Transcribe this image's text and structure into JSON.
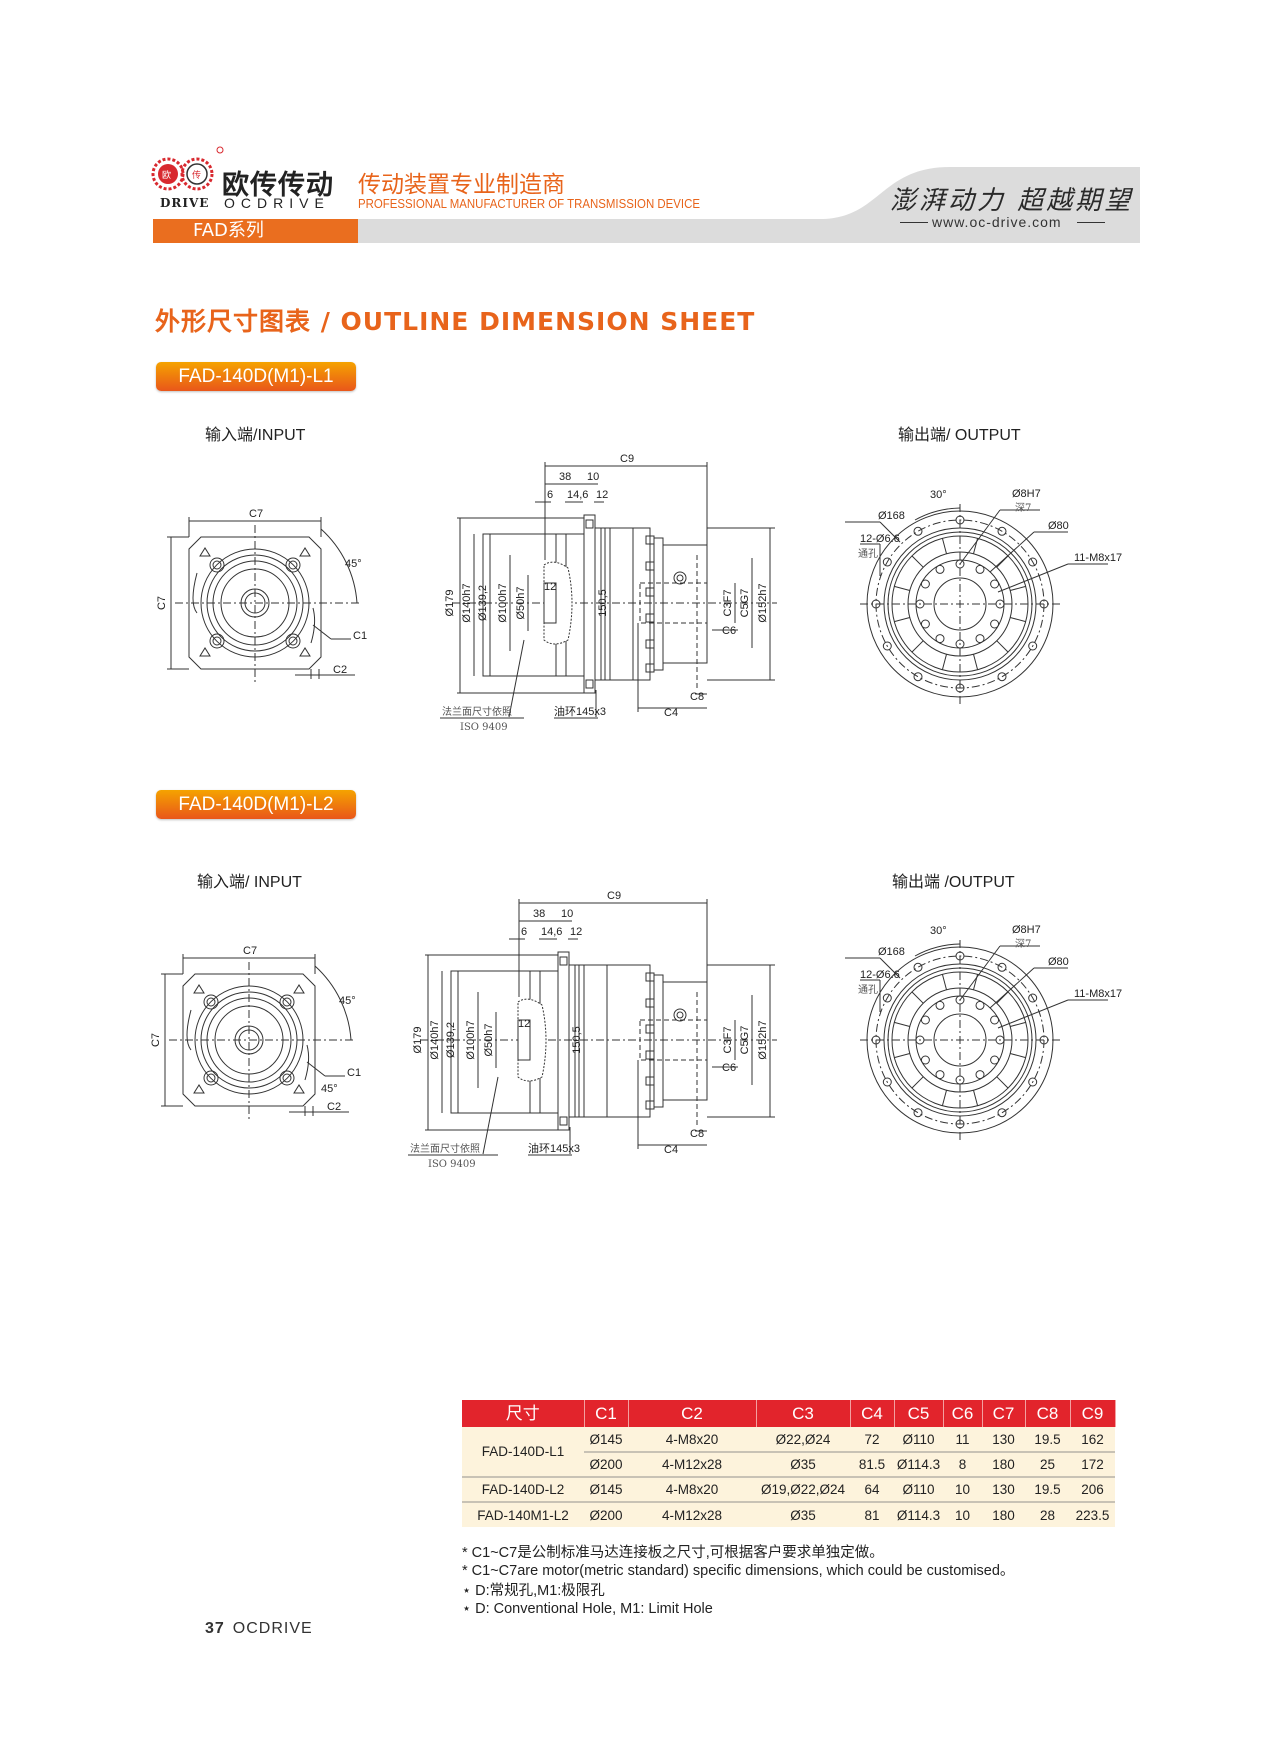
{
  "header": {
    "logo_cn": "欧传传动",
    "logo_badge_left": "欧",
    "logo_badge_right": "传",
    "logo_en_left": "DRIVE",
    "logo_en_right": "OCDRIVE",
    "tagline_cn": "传动装置专业制造商",
    "tagline_en": "PROFESSIONAL MANUFACTURER OF TRANSMISSION DEVICE",
    "slogan": "澎湃动力 超越期望",
    "website": "www.oc-drive.com",
    "series": "FAD系列"
  },
  "colors": {
    "accent": "#e8641b",
    "table_header": "#e2242c",
    "table_body": "#fdf3dc",
    "band_gray": "#dcdcdc"
  },
  "title": "外形尺寸图表 / OUTLINE DIMENSION SHEET",
  "sections": [
    {
      "model": "FAD-140D(M1)-L1",
      "input_label": "输入端/INPUT",
      "output_label": "输出端/ OUTPUT"
    },
    {
      "model": "FAD-140D(M1)-L2",
      "input_label": "输入端/ INPUT",
      "output_label": "输出端 /OUTPUT"
    }
  ],
  "drawing_labels": {
    "c1": "C1",
    "c2": "C2",
    "c3": "C3F7",
    "c4": "C4",
    "c5": "C5G7",
    "c6": "C6",
    "c7": "C7",
    "c8": "C8",
    "c9": "C9",
    "angle45": "45°",
    "angle30": "30°",
    "d38": "38",
    "d10": "10",
    "d6": "6",
    "d146": "14,6",
    "d12": "12",
    "d179": "Ø179",
    "d140": "Ø140h7",
    "d1392": "Ø139,2",
    "d100": "Ø100h7",
    "d50": "Ø50h7",
    "d12b": "12",
    "d1505": "150,5",
    "d152": "Ø152h7",
    "flange_note": "法兰面尺寸依照",
    "iso": "ISO 9409",
    "oil_ring": "油环145x3",
    "pin": "Ø8H7",
    "pin_depth": "深7",
    "pcd168": "Ø168",
    "pcd80": "Ø80",
    "holes12": "12-Ø6.6",
    "through": "通孔",
    "threads": "11-M8x17"
  },
  "table": {
    "headers": [
      "尺寸",
      "C1",
      "C2",
      "C3",
      "C4",
      "C5",
      "C6",
      "C7",
      "C8",
      "C9"
    ],
    "rows": [
      {
        "model": "FAD-140D-L1",
        "cells": [
          "Ø145",
          "4-M8x20",
          "Ø22,Ø24",
          "72",
          "Ø110",
          "11",
          "130",
          "19.5",
          "162"
        ]
      },
      {
        "model": "FAD-140D-L1",
        "cells": [
          "Ø200",
          "4-M12x28",
          "Ø35",
          "81.5",
          "Ø114.3",
          "8",
          "180",
          "25",
          "172"
        ]
      },
      {
        "model": "FAD-140D-L2",
        "cells": [
          "Ø145",
          "4-M8x20",
          "Ø19,Ø22,Ø24",
          "64",
          "Ø110",
          "10",
          "130",
          "19.5",
          "206"
        ]
      },
      {
        "model": "FAD-140M1-L2",
        "cells": [
          "Ø200",
          "4-M12x28",
          "Ø35",
          "81",
          "Ø114.3",
          "10",
          "180",
          "28",
          "223.5"
        ]
      }
    ]
  },
  "notes": [
    "* C1~C7是公制标准马达连接板之尺寸,可根据客户要求单独定做。",
    "* C1~C7are motor(metric standard)  specific dimensions, which could be customised。",
    "⋆ D:常规孔,M1:极限孔",
    "⋆ D: Conventional Hole, M1: Limit Hole"
  ],
  "footer": {
    "page": "37",
    "brand": "OCDRIVE"
  }
}
